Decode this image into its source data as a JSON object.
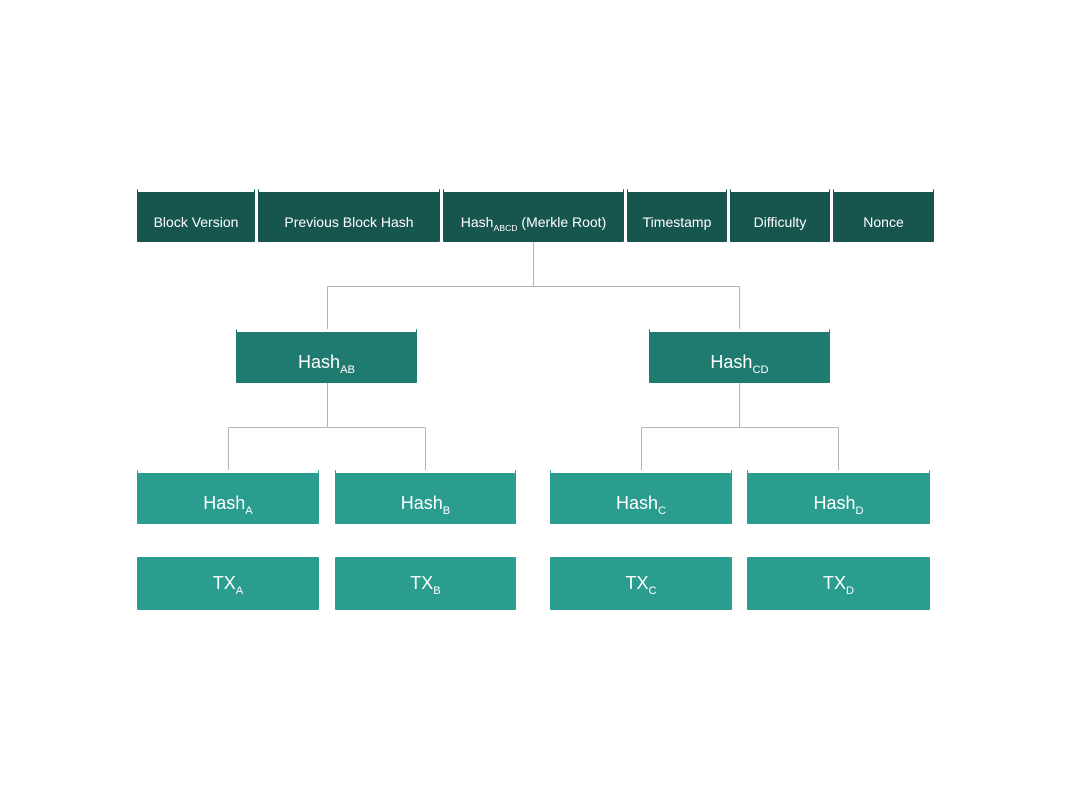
{
  "colors": {
    "header": "#17564f",
    "level1": "#1f7a6f",
    "level2": "#2a9d8f",
    "connector": "#b4b4b4",
    "text": "#ffffff"
  },
  "header": {
    "block_version": "Block Version",
    "previous_block_hash": "Previous Block Hash",
    "merkle_root": {
      "main": "Hash",
      "sub": "ABCD",
      "suffix": " (Merkle Root)"
    },
    "timestamp": "Timestamp",
    "difficulty": "Difficulty",
    "nonce": "Nonce"
  },
  "level1": [
    {
      "main": "Hash",
      "sub": "AB"
    },
    {
      "main": "Hash",
      "sub": "CD"
    }
  ],
  "level2": [
    {
      "main": "Hash",
      "sub": "A"
    },
    {
      "main": "Hash",
      "sub": "B"
    },
    {
      "main": "Hash",
      "sub": "C"
    },
    {
      "main": "Hash",
      "sub": "D"
    }
  ],
  "transactions": [
    {
      "main": "TX",
      "sub": "A"
    },
    {
      "main": "TX",
      "sub": "B"
    },
    {
      "main": "TX",
      "sub": "C"
    },
    {
      "main": "TX",
      "sub": "D"
    }
  ]
}
